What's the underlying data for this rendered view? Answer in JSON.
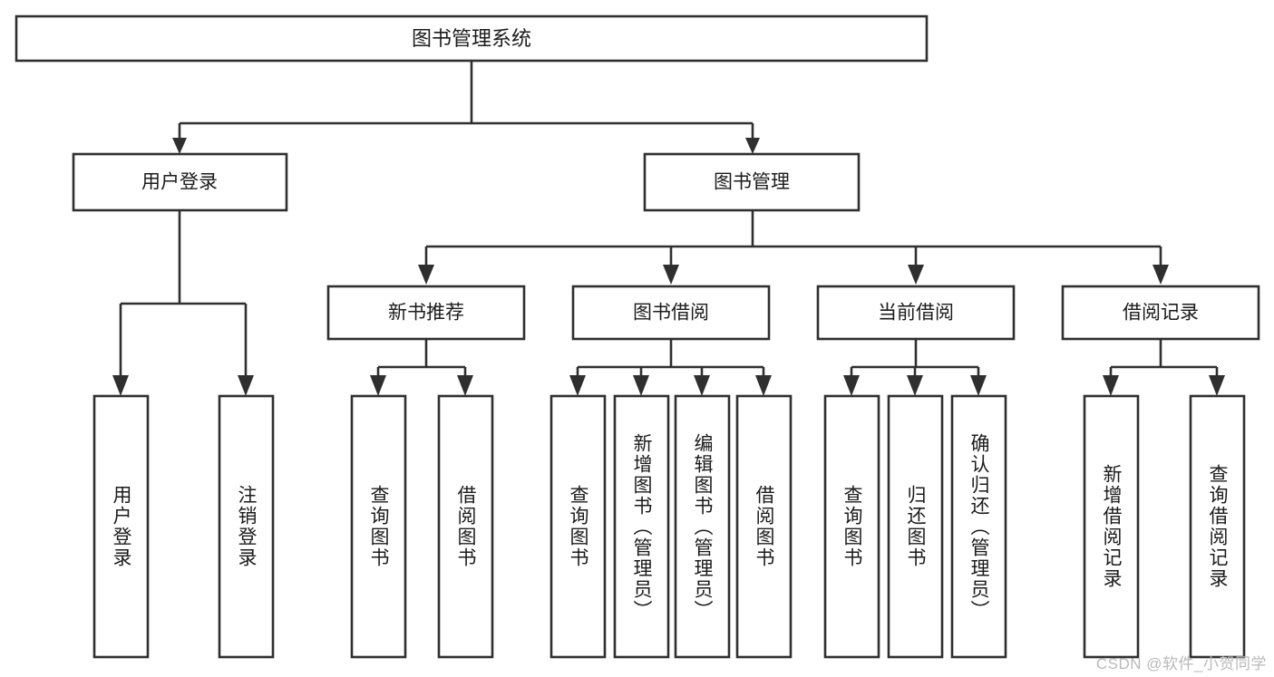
{
  "diagram": {
    "title_node": {
      "label": "图书管理系统"
    },
    "level2": [
      {
        "label": "用户登录"
      },
      {
        "label": "图书管理"
      }
    ],
    "level3": [
      {
        "label": "新书推荐"
      },
      {
        "label": "图书借阅"
      },
      {
        "label": "当前借阅"
      },
      {
        "label": "借阅记录"
      }
    ],
    "leaves": {
      "user_login": [
        {
          "label": "用户登录"
        },
        {
          "label": "注销登录"
        }
      ],
      "new_book_recommend": [
        {
          "label": "查询图书"
        },
        {
          "label": "借阅图书"
        }
      ],
      "book_borrow": [
        {
          "label": "查询图书"
        },
        {
          "label": "新增图书（管理员）"
        },
        {
          "label": "编辑图书（管理员）"
        },
        {
          "label": "借阅图书"
        }
      ],
      "current_borrow": [
        {
          "label": "查询图书"
        },
        {
          "label": "归还图书"
        },
        {
          "label": "确认归还（管理员）"
        }
      ],
      "borrow_record": [
        {
          "label": "新增借阅记录"
        },
        {
          "label": "查询借阅记录"
        }
      ]
    }
  },
  "watermark": {
    "text": "CSDN @软件_小贺同学"
  },
  "colors": {
    "stroke": "#2f2f2f",
    "box_fill": "#ffffff",
    "text": "#1b1b1b",
    "watermark": "#b9b9b9",
    "background": "#ffffff"
  }
}
